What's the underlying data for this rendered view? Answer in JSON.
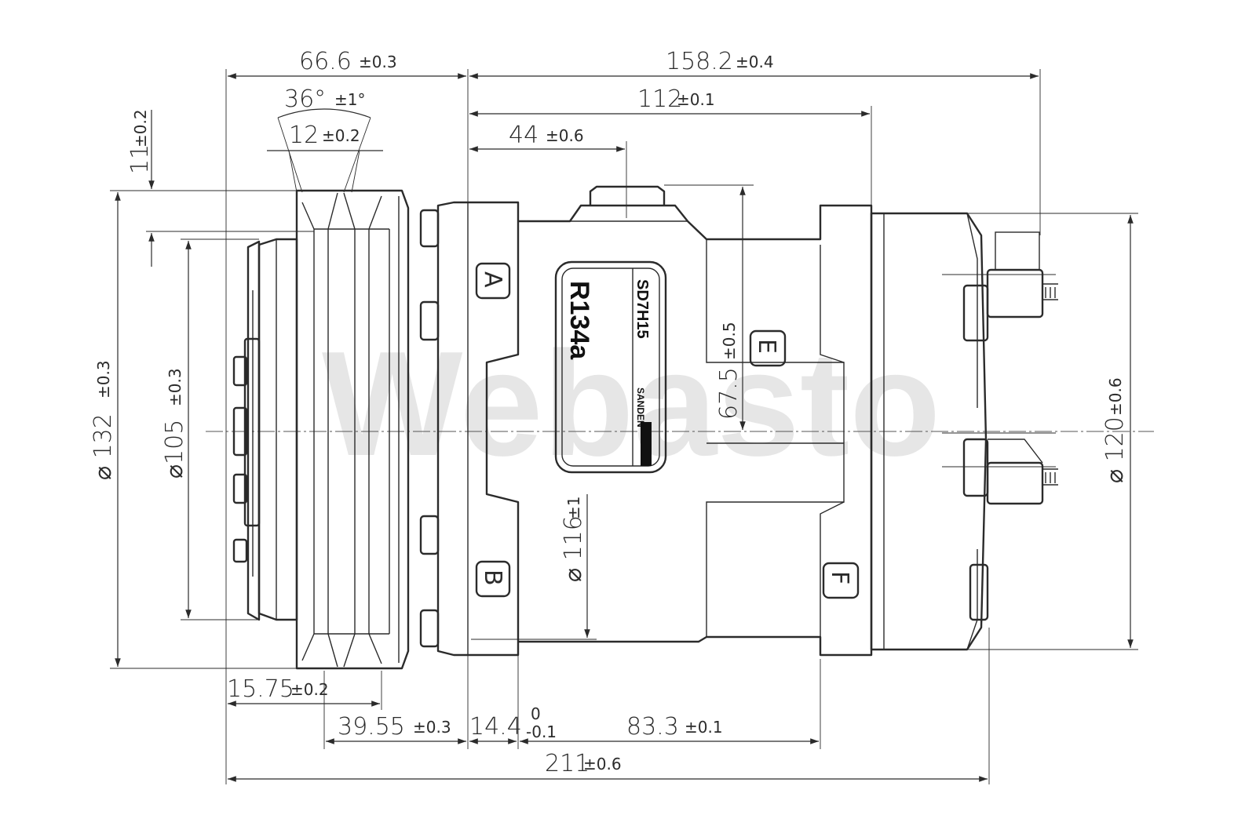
{
  "watermark": "Webasto",
  "nameplate": {
    "refrigerant": "R134a",
    "model": "SD7H15",
    "brand": "SANDEN"
  },
  "ports": {
    "a": "A",
    "b": "B",
    "e": "E",
    "f": "F"
  },
  "dimensions": {
    "d_66_6": {
      "value": "66.6",
      "tol": "±0.3"
    },
    "d_158_2": {
      "value": "158.2",
      "tol": "±0.4"
    },
    "d_36deg": {
      "value": "36°",
      "tol": "±1°"
    },
    "d_112": {
      "value": "112",
      "tol": "±0.1"
    },
    "d_12": {
      "value": "12",
      "tol": "±0.2"
    },
    "d_11": {
      "value": "11",
      "tol": "±0.2"
    },
    "d_44": {
      "value": "44",
      "tol": "±0.6"
    },
    "d_67_5": {
      "value": "67.5",
      "tol": "±0.5"
    },
    "d_132": {
      "value": "⌀ 132",
      "tol": "±0.3"
    },
    "d_105": {
      "value": "⌀105",
      "tol": "±0.3"
    },
    "d_116": {
      "value": "⌀ 116",
      "tol": "±1"
    },
    "d_120": {
      "value": "⌀ 120",
      "tol": "±0.6"
    },
    "d_15_75": {
      "value": "15.75",
      "tol": "±0.2"
    },
    "d_39_55": {
      "value": "39.55",
      "tol": "±0.3"
    },
    "d_14_4": {
      "value": "14.4",
      "tol_upper": "0",
      "tol_lower": "-0.1"
    },
    "d_83_3": {
      "value": "83.3",
      "tol": "±0.1"
    },
    "d_211": {
      "value": "211",
      "tol": "±0.6"
    }
  }
}
